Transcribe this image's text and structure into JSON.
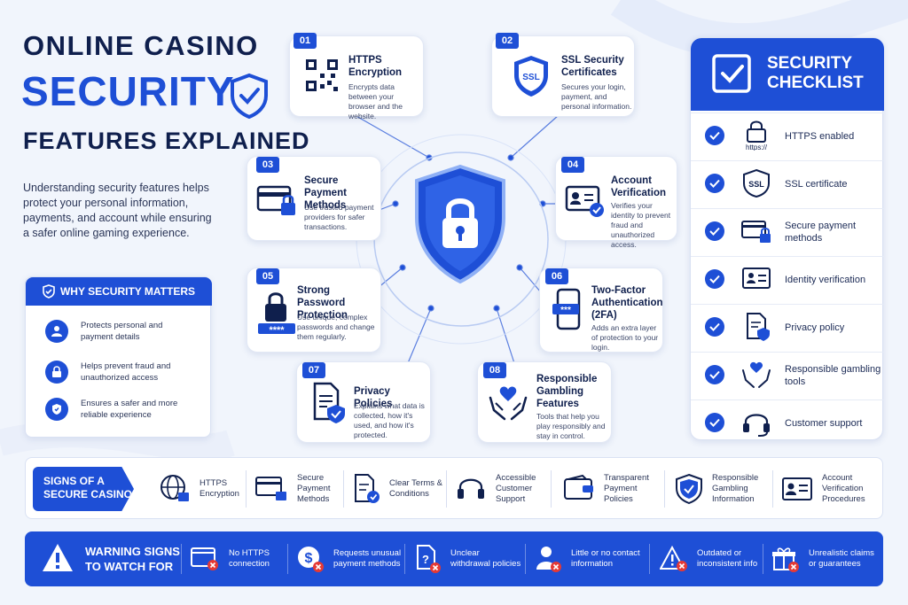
{
  "title": {
    "line1": "ONLINE CASINO",
    "line2": "SECURITY",
    "line3": "FEATURES EXPLAINED"
  },
  "intro": "Understanding security features helps protect your personal information, payments, and account while ensuring a safer online gaming experience.",
  "features": [
    {
      "num": "01",
      "title": "HTTPS Encryption",
      "desc": "Encrypts data between your browser and the website."
    },
    {
      "num": "02",
      "title": "SSL Security Certificates",
      "desc": "Secures your login, payment, and personal information."
    },
    {
      "num": "03",
      "title": "Secure Payment Methods",
      "desc": "Use trusted payment providers for safer transactions."
    },
    {
      "num": "04",
      "title": "Account Verification",
      "desc": "Verifies your identity to prevent fraud and unauthorized access."
    },
    {
      "num": "05",
      "title": "Strong Password Protection",
      "desc": "Use unique, complex passwords and change them regularly."
    },
    {
      "num": "06",
      "title": "Two-Factor Authentication (2FA)",
      "desc": "Adds an extra layer of protection to your login."
    },
    {
      "num": "07",
      "title": "Privacy Policies",
      "desc": "Explains what data is collected, how it's used, and how it's protected."
    },
    {
      "num": "08",
      "title": "Responsible Gambling Features",
      "desc": "Tools that help you play responsibly and stay in control."
    }
  ],
  "icon_text": {
    "ssl": "SSL",
    "https": "https://",
    "pwd": "****",
    "tfa": "***"
  },
  "why": {
    "title": "WHY SECURITY MATTERS",
    "items": [
      "Protects personal and payment details",
      "Helps prevent fraud and unauthorized access",
      "Ensures a safer and more reliable experience"
    ]
  },
  "checklist": {
    "title_line1": "SECURITY",
    "title_line2": "CHECKLIST",
    "items": [
      "HTTPS enabled",
      "SSL certificate",
      "Secure payment methods",
      "Identity verification",
      "Privacy policy",
      "Responsible gambling tools",
      "Customer support"
    ]
  },
  "signs": {
    "title": "SIGNS OF A SECURE CASINO",
    "items": [
      "HTTPS Encryption",
      "Secure Payment Methods",
      "Clear Terms & Conditions",
      "Accessible Customer Support",
      "Transparent Payment Policies",
      "Responsible Gambling Information",
      "Account Verification Procedures"
    ]
  },
  "warnings": {
    "title": "WARNING SIGNS TO WATCH FOR",
    "items": [
      "No HTTPS connection",
      "Requests unusual payment methods",
      "Unclear withdrawal policies",
      "Little or no contact information",
      "Outdated or inconsistent info",
      "Unrealistic claims or guarantees"
    ]
  },
  "colors": {
    "primary": "#1e4fd6",
    "dark": "#0f1f4d",
    "danger": "#e53935",
    "background": "#f1f5fc"
  }
}
